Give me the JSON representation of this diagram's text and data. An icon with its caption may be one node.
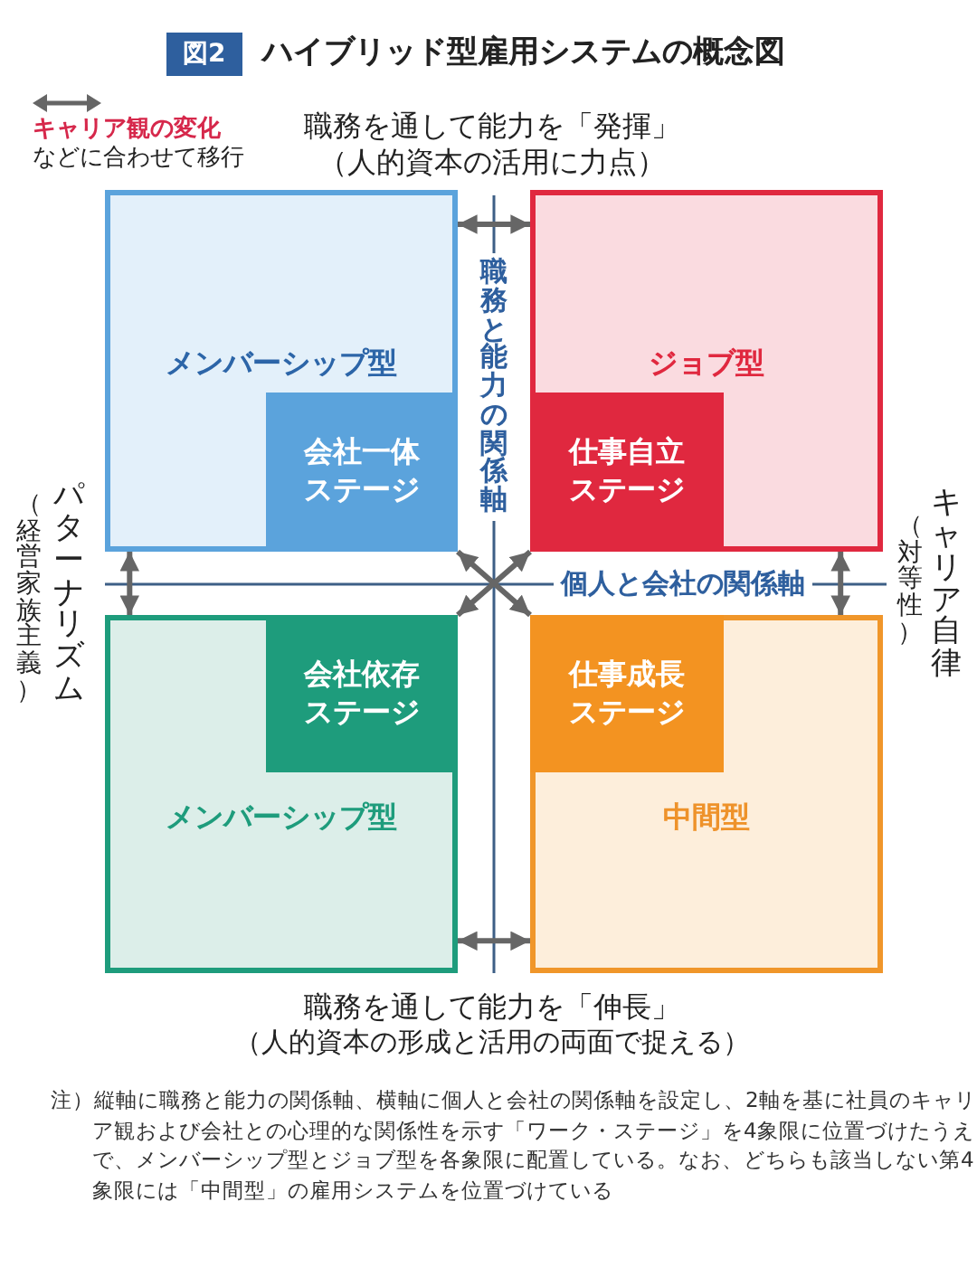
{
  "diagram": {
    "title": "ハイブリッド型雇用システムの概念図",
    "nodes": [
      {
        "text": [
          "メンバーシップ型"
        ]
      },
      {
        "text": [
          "会社一体ステージ"
        ],
        "in": 0
      },
      {
        "text": [
          "ジョブ型"
        ]
      },
      {
        "text": [
          "仕事自立ステージ"
        ],
        "in": 2
      },
      {
        "text": [
          "メンバーシップ型"
        ]
      },
      {
        "text": [
          "会社依存ステージ"
        ],
        "in": 4
      },
      {
        "text": [
          "中間型"
        ]
      },
      {
        "text": [
          "仕事成長ステージ"
        ],
        "in": 6
      }
    ],
    "edges": [
      {
        "from": 0,
        "to": 2,
        "arrow": "both"
      },
      {
        "from": 0,
        "to": 4,
        "arrow": "both"
      },
      {
        "from": 2,
        "to": 6,
        "arrow": "both"
      },
      {
        "from": 0,
        "to": 6,
        "arrow": "both"
      },
      {
        "from": 2,
        "to": 4,
        "arrow": "both"
      },
      {
        "from": 4,
        "to": 6,
        "arrow": "both"
      }
    ],
    "labels": [
      "図2",
      "職務を通して能力を「発揮」",
      "（人的資本の活用に力点）",
      "職務と能力の関係軸",
      "パターナリズム",
      "（経営家族主義）",
      "個人と会社の関係軸",
      "キャリア自律",
      "（対等性）",
      "職務を通して能力を「伸長」",
      "（人的資本の形成と活用の両面で捉える）",
      "注）縦軸に職務と能力の関係軸、横軸に個人と会社の関係軸を設定し、2軸を基に社員のキャリア観および会社との心理的な関係性を示す「ワーク・ステージ」を4象限に位置づけたうえで、メンバーシップ型とジョブ型を各象限に配置している。なお、どちらも該当しない第4象限には「中間型」の雇用システムを位置づけている"
    ],
    "legend": [
      {
        "text": "**キャリア観の変化**などに合わせて移行"
      }
    ]
  }
}
